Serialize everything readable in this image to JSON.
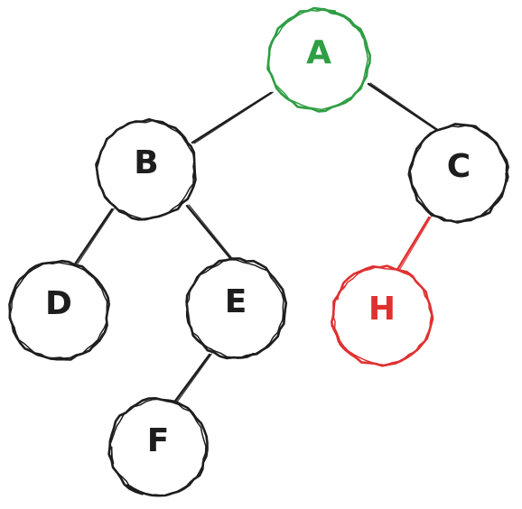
{
  "diagram": {
    "colors": {
      "default": "#1e1e1e",
      "root": "#2f9e44",
      "highlight": "#e03131"
    },
    "nodes": [
      {
        "id": "A",
        "label": "A",
        "style": "root"
      },
      {
        "id": "B",
        "label": "B",
        "style": "default"
      },
      {
        "id": "C",
        "label": "C",
        "style": "default"
      },
      {
        "id": "D",
        "label": "D",
        "style": "default"
      },
      {
        "id": "E",
        "label": "E",
        "style": "default"
      },
      {
        "id": "F",
        "label": "F",
        "style": "default"
      },
      {
        "id": "H",
        "label": "H",
        "style": "highlight"
      }
    ],
    "edges": [
      {
        "from": "A",
        "to": "B",
        "style": "default"
      },
      {
        "from": "A",
        "to": "C",
        "style": "default"
      },
      {
        "from": "B",
        "to": "D",
        "style": "default"
      },
      {
        "from": "B",
        "to": "E",
        "style": "default"
      },
      {
        "from": "E",
        "to": "F",
        "style": "default"
      },
      {
        "from": "C",
        "to": "H",
        "style": "highlight"
      }
    ]
  }
}
